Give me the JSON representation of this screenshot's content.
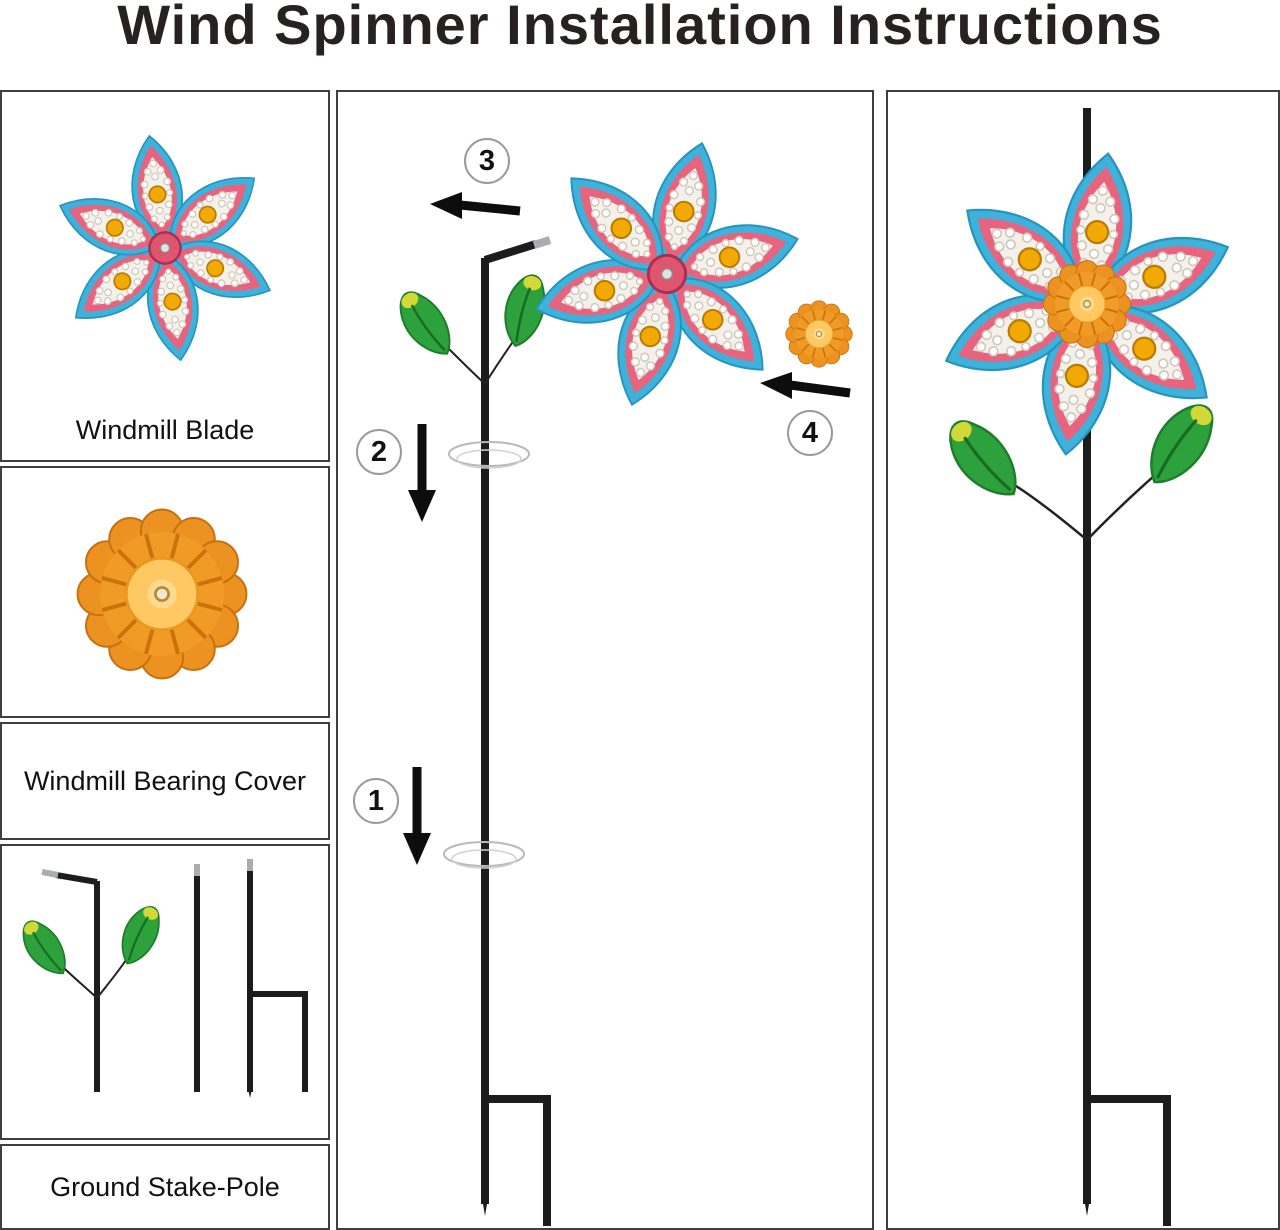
{
  "title": "Wind Spinner Installation Instructions",
  "parts_panel": {
    "blade_label": "Windmill Blade",
    "bearing_label": "Windmill Bearing Cover",
    "stake_label": "Ground Stake-Pole"
  },
  "steps": {
    "step1": "1",
    "step2": "2",
    "step3": "3",
    "step4": "4"
  },
  "images": {
    "blade": "flower-windmill-blade",
    "bearing": "orange-bearing-cover",
    "stakes": "ground-stake-poles",
    "assembly": "assembly-steps-diagram",
    "assembled": "assembled-wind-spinner"
  },
  "colors": {
    "petal_blue": "#3eb2da",
    "petal_pink": "#e8637e",
    "gem_amber": "#f3a903",
    "bearing_orange": "#f09b26",
    "leaf_green": "#2da23c",
    "pole_black": "#1c1c1c"
  }
}
